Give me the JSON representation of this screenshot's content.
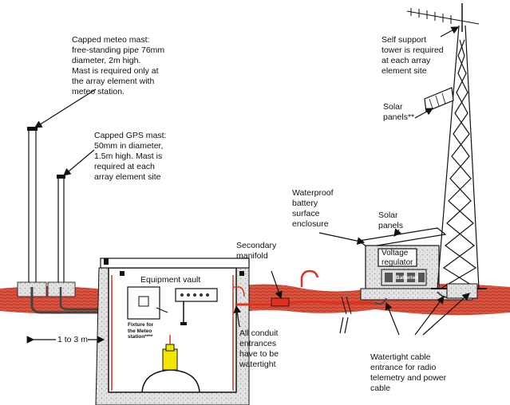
{
  "labels": {
    "meteo_mast": "Capped meteo mast:\nfree-standing pipe 76mm\ndiameter, 2m high.\nMast is required only at\nthe array element with\nmeteo station.",
    "gps_mast": "Capped GPS mast:\n50mm in diameter,\n1.5m high. Mast is\nrequired at each\narray element site",
    "tower": "Self support\ntower is required\nat each array\nelement site",
    "solar_panels_top": "Solar\npanels**",
    "battery_enclosure": "Waterproof\nbattery\nsurface\nenclosure",
    "solar_panels_right": "Solar\npanels",
    "secondary_manifold": "Secondary\nmanifold",
    "equipment_vault": "Equipment vault",
    "voltage_regulator": "Voltage\nregulator",
    "batteries": "Batteries",
    "distance": "1 to 3 m",
    "fixture": "Fixture for\nthe Meteo\nstation****",
    "conduit": "All conduit\nentrances\nhave to be\nwatertight",
    "cable_entrance": "Watertight cable\nentrance for radio\ntelemetry and power\ncable"
  },
  "colors": {
    "ground": "#d9533f",
    "ground_dark": "#b8321f",
    "conduit": "#e03020",
    "pump": "#f2e600",
    "concrete": "#d8d8d8",
    "line": "#111111"
  }
}
